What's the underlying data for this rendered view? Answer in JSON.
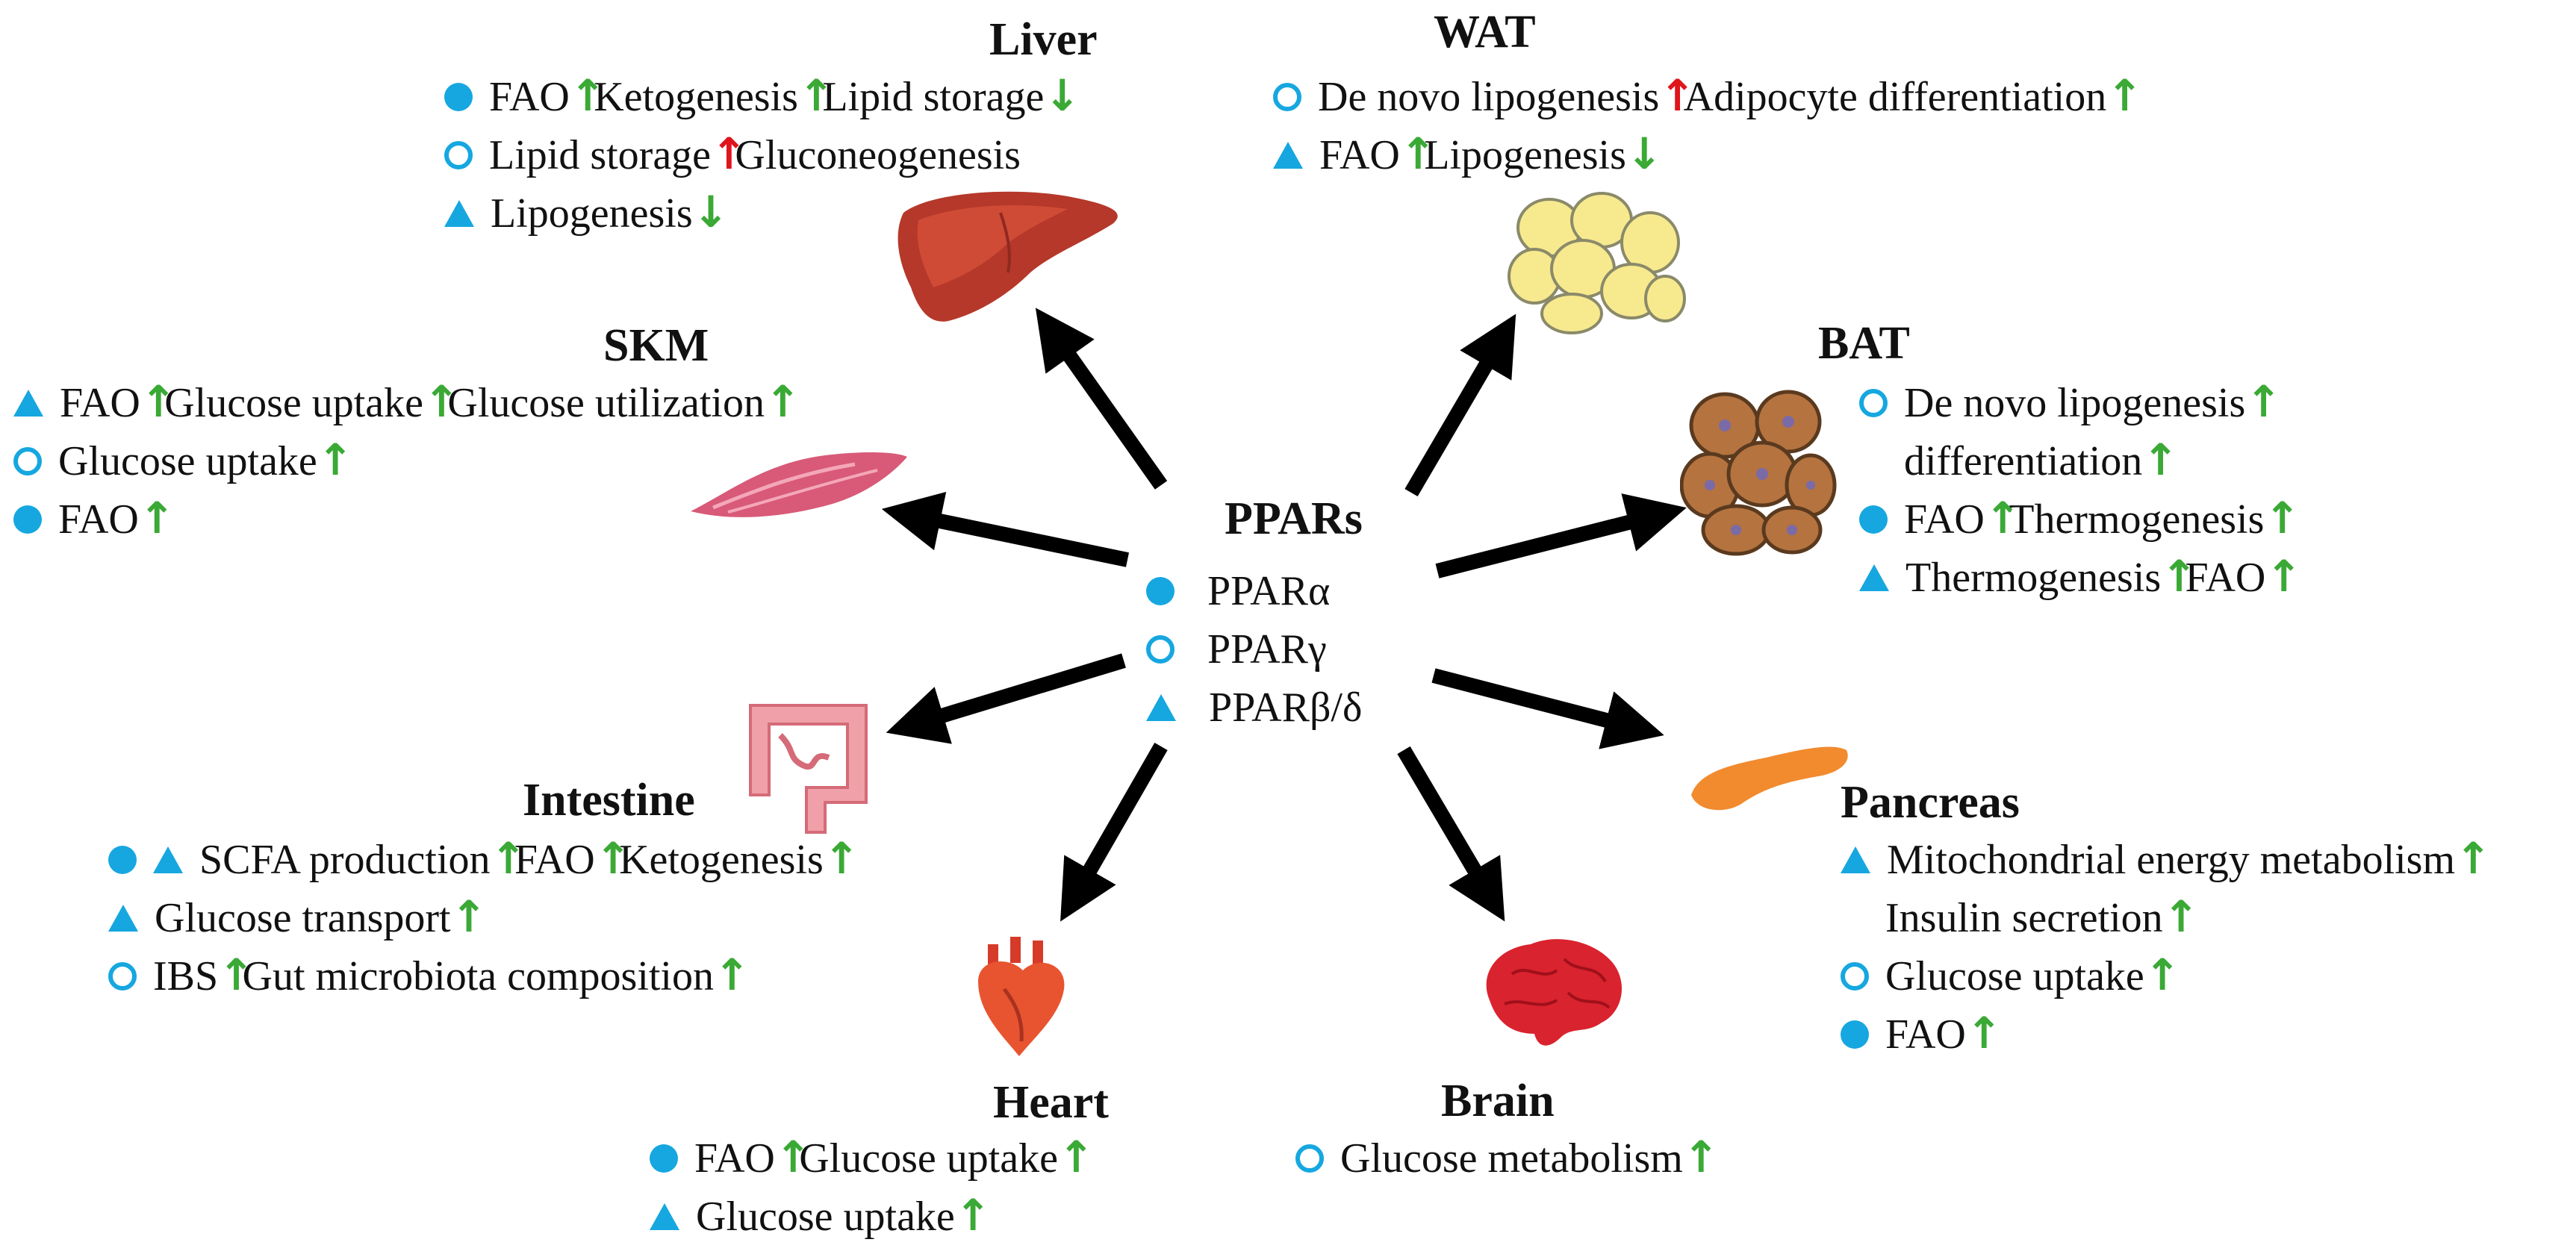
{
  "center": {
    "title": "PPARs",
    "legend": [
      {
        "symbol": "dot",
        "label": "PPARα"
      },
      {
        "symbol": "ring",
        "label": "PPARγ"
      },
      {
        "symbol": "tri",
        "label": "PPARβ/δ"
      }
    ]
  },
  "colors": {
    "symbol": "#16a7e0",
    "up_arrow": "#3aa935",
    "red_arrow": "#e0141b"
  },
  "organs": {
    "liver": {
      "title": "Liver",
      "lines": [
        {
          "symbol": "dot",
          "parts": [
            [
              "FAO",
              "up"
            ],
            [
              "Ketogenesis",
              "up"
            ],
            [
              "Lipid storage",
              "down"
            ]
          ]
        },
        {
          "symbol": "ring",
          "parts": [
            [
              "Lipid storage",
              "up-red"
            ],
            [
              "Gluconeogenesis",
              ""
            ]
          ]
        },
        {
          "symbol": "tri",
          "parts": [
            [
              "Lipogenesis",
              "down"
            ]
          ]
        }
      ]
    },
    "wat": {
      "title": "WAT",
      "lines": [
        {
          "symbol": "ring",
          "parts": [
            [
              "De novo lipogenesis",
              "up-red"
            ],
            [
              "Adipocyte differentiation",
              "up"
            ]
          ]
        },
        {
          "symbol": "tri",
          "parts": [
            [
              "FAO",
              "up"
            ],
            [
              "Lipogenesis",
              "down"
            ]
          ]
        }
      ]
    },
    "skm": {
      "title": "SKM",
      "lines": [
        {
          "symbol": "tri",
          "parts": [
            [
              "FAO",
              "up"
            ],
            [
              "Glucose uptake",
              "up"
            ],
            [
              "Glucose utilization",
              "up"
            ]
          ]
        },
        {
          "symbol": "ring",
          "parts": [
            [
              "Glucose uptake",
              "up"
            ]
          ]
        },
        {
          "symbol": "dot",
          "parts": [
            [
              "FAO",
              "up"
            ]
          ]
        }
      ]
    },
    "bat": {
      "title": "BAT",
      "lines": [
        {
          "symbol": "ring",
          "parts": [
            [
              "De novo lipogenesis",
              "up"
            ]
          ]
        },
        {
          "symbol": "",
          "parts": [
            [
              "differentiation",
              "up"
            ]
          ]
        },
        {
          "symbol": "dot",
          "parts": [
            [
              "FAO",
              "up"
            ],
            [
              "Thermogenesis",
              "up"
            ]
          ]
        },
        {
          "symbol": "tri",
          "parts": [
            [
              "Thermogenesis",
              "up"
            ],
            [
              "FAO",
              "up"
            ]
          ]
        }
      ]
    },
    "intestine": {
      "title": "Intestine",
      "lines": [
        {
          "symbol": "dot+tri",
          "parts": [
            [
              "SCFA production",
              "up"
            ],
            [
              "FAO",
              "up"
            ],
            [
              "Ketogenesis",
              "up"
            ]
          ]
        },
        {
          "symbol": "tri",
          "parts": [
            [
              "Glucose transport",
              "up"
            ]
          ]
        },
        {
          "symbol": "ring",
          "parts": [
            [
              "IBS",
              "up"
            ],
            [
              "Gut microbiota composition",
              "up"
            ]
          ]
        }
      ]
    },
    "pancreas": {
      "title": "Pancreas",
      "lines": [
        {
          "symbol": "tri",
          "parts": [
            [
              "Mitochondrial energy metabolism",
              "up"
            ]
          ]
        },
        {
          "symbol": "",
          "parts": [
            [
              "Insulin secretion",
              "up"
            ]
          ]
        },
        {
          "symbol": "ring",
          "parts": [
            [
              "Glucose uptake",
              "up"
            ]
          ]
        },
        {
          "symbol": "dot",
          "parts": [
            [
              "FAO",
              "up"
            ]
          ]
        }
      ]
    },
    "heart": {
      "title": "Heart",
      "lines": [
        {
          "symbol": "dot",
          "parts": [
            [
              "FAO",
              "up"
            ],
            [
              "Glucose uptake",
              "up"
            ]
          ]
        },
        {
          "symbol": "tri",
          "parts": [
            [
              "Glucose uptake",
              "up"
            ]
          ]
        }
      ]
    },
    "brain": {
      "title": "Brain",
      "lines": [
        {
          "symbol": "ring",
          "parts": [
            [
              "Glucose metabolism",
              "up"
            ]
          ]
        }
      ]
    }
  }
}
